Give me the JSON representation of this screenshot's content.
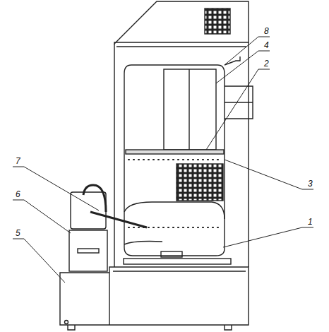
{
  "diagram": {
    "labels": [
      "8",
      "4",
      "2",
      "3",
      "1",
      "7",
      "6",
      "5"
    ]
  }
}
